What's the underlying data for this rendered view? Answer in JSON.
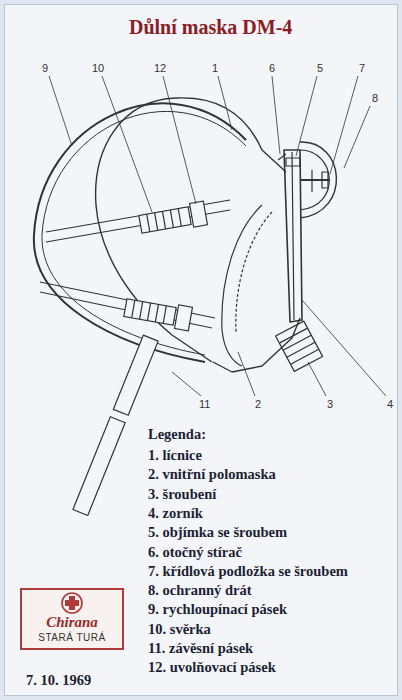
{
  "diagram": {
    "title": "Důlní maska DM-4",
    "nodes": [
      {
        "text": [
          "Chirana",
          "STARÁ TURÁ"
        ]
      }
    ],
    "labels": [
      "9",
      "10",
      "12",
      "1",
      "6",
      "5",
      "7",
      "8",
      "11",
      "2",
      "3",
      "4",
      "Legenda:",
      "7. 10. 1969"
    ],
    "legend": [
      {
        "text": "1. lícnice"
      },
      {
        "text": "2. vnitřní polomaska"
      },
      {
        "text": "3. šroubení"
      },
      {
        "text": "4. zorník"
      },
      {
        "text": "5. objímka se šroubem"
      },
      {
        "text": "6. otočný stírač"
      },
      {
        "text": "7. křídlová podložka se šroubem"
      },
      {
        "text": "8. ochranný drát"
      },
      {
        "text": "9. rychloupínací pásek"
      },
      {
        "text": "10. svěrka"
      },
      {
        "text": "11. závěsní pásek"
      },
      {
        "text": "12. uvolňovací pásek"
      }
    ]
  }
}
